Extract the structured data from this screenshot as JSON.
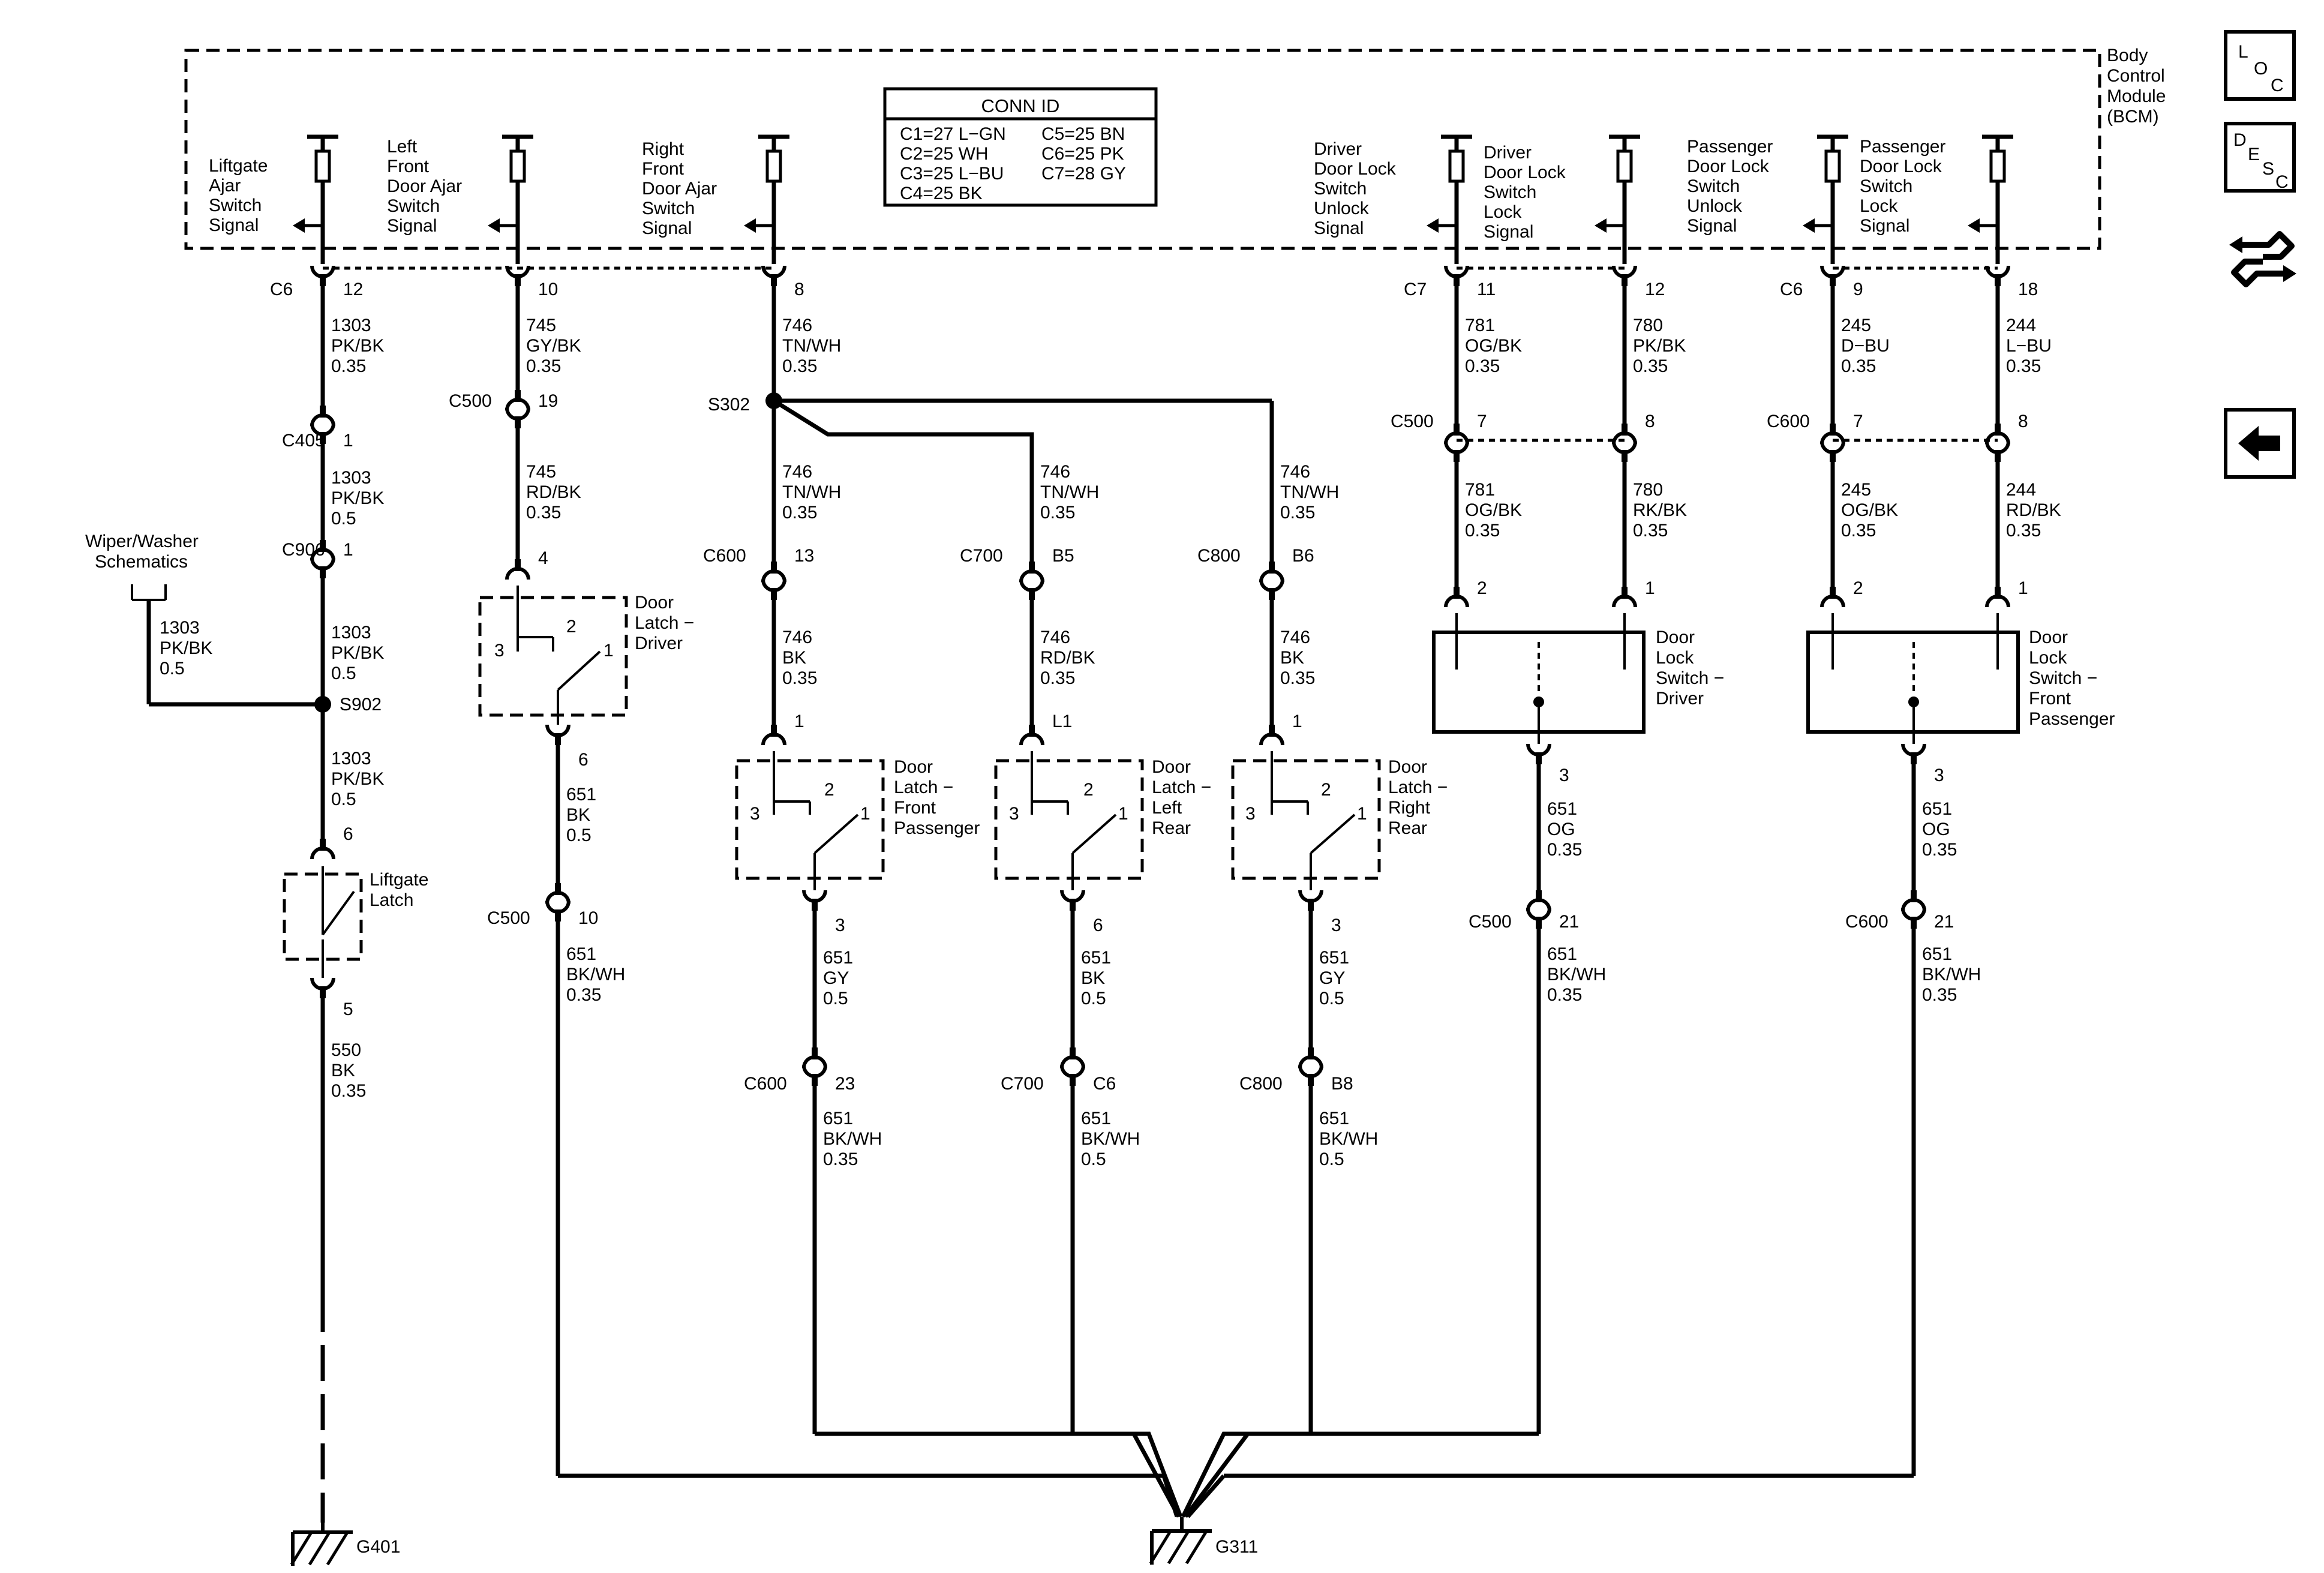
{
  "bcm": {
    "line1": "Body",
    "line2": "Control",
    "line3": "Module",
    "line4": "(BCM)"
  },
  "conn_id": {
    "title": "CONN ID",
    "c1": "C1=27 L−GN",
    "c2": "C2=25 WH",
    "c3": "C3=25 L−BU",
    "c4": "C4=25 BK",
    "c5": "C5=25 BN",
    "c6": "C6=25 PK",
    "c7": "C7=28 GY"
  },
  "signals": {
    "liftgate": [
      "Liftgate",
      "Ajar",
      "Switch",
      "Signal"
    ],
    "lf_door": [
      "Left",
      "Front",
      "Door Ajar",
      "Switch",
      "Signal"
    ],
    "rf_door": [
      "Right",
      "Front",
      "Door Ajar",
      "Switch",
      "Signal"
    ],
    "drv_unlock": [
      "Driver",
      "Door Lock",
      "Switch",
      "Unlock",
      "Signal"
    ],
    "drv_lock": [
      "Driver",
      "Door Lock",
      "Switch",
      "Lock",
      "Signal"
    ],
    "pass_unlock": [
      "Passenger",
      "Door Lock",
      "Switch",
      "Unlock",
      "Signal"
    ],
    "pass_lock": [
      "Passenger",
      "Door Lock",
      "Switch",
      "Lock",
      "Signal"
    ]
  },
  "wires": {
    "w1303a": [
      "1303",
      "PK/BK",
      "0.35"
    ],
    "w1303b": [
      "1303",
      "PK/BK",
      "0.5"
    ],
    "w1303c": [
      "1303",
      "PK/BK",
      "0.5"
    ],
    "w1303d": [
      "1303",
      "PK/BK",
      "0.5"
    ],
    "w1303e": [
      "1303",
      "PK/BK",
      "0.5"
    ],
    "w550": [
      "550",
      "BK",
      "0.35"
    ],
    "w745a": [
      "745",
      "GY/BK",
      "0.35"
    ],
    "w745b": [
      "745",
      "RD/BK",
      "0.35"
    ],
    "w651a": [
      "651",
      "BK",
      "0.5"
    ],
    "w651b": [
      "651",
      "BK/WH",
      "0.35"
    ],
    "w746a": [
      "746",
      "TN/WH",
      "0.35"
    ],
    "w746b": [
      "746",
      "TN/WH",
      "0.35"
    ],
    "w746c": [
      "746",
      "BK",
      "0.35"
    ],
    "w746d": [
      "746",
      "TN/WH",
      "0.35"
    ],
    "w746e": [
      "746",
      "RD/BK",
      "0.35"
    ],
    "w746f": [
      "746",
      "TN/WH",
      "0.35"
    ],
    "w746g": [
      "746",
      "BK",
      "0.35"
    ],
    "w651c": [
      "651",
      "GY",
      "0.5"
    ],
    "w651d": [
      "651",
      "BK/WH",
      "0.35"
    ],
    "w651e": [
      "651",
      "BK",
      "0.5"
    ],
    "w651f": [
      "651",
      "BK/WH",
      "0.5"
    ],
    "w651g": [
      "651",
      "GY",
      "0.5"
    ],
    "w651h": [
      "651",
      "BK/WH",
      "0.5"
    ],
    "w781a": [
      "781",
      "OG/BK",
      "0.35"
    ],
    "w780a": [
      "780",
      "PK/BK",
      "0.35"
    ],
    "w781b": [
      "781",
      "OG/BK",
      "0.35"
    ],
    "w780b": [
      "780",
      "RK/BK",
      "0.35"
    ],
    "w651i": [
      "651",
      "OG",
      "0.35"
    ],
    "w651j": [
      "651",
      "BK/WH",
      "0.35"
    ],
    "w245a": [
      "245",
      "D−BU",
      "0.35"
    ],
    "w244a": [
      "244",
      "L−BU",
      "0.35"
    ],
    "w245b": [
      "245",
      "OG/BK",
      "0.35"
    ],
    "w244b": [
      "244",
      "RD/BK",
      "0.35"
    ],
    "w651k": [
      "651",
      "OG",
      "0.35"
    ],
    "w651l": [
      "651",
      "BK/WH",
      "0.35"
    ]
  },
  "connectors": {
    "c6a": "C6",
    "c7": "C7",
    "c6b": "C6",
    "c405": "C405",
    "c906": "C906",
    "c500a": "C500",
    "c500b": "C500",
    "c500c": "C500",
    "c500d": "C500",
    "c600a": "C600",
    "c600b": "C600",
    "c600c": "C600",
    "c600d": "C600",
    "c700a": "C700",
    "c700b": "C700",
    "c800a": "C800",
    "c800b": "C800"
  },
  "pins": {
    "p12a": "12",
    "p10a": "10",
    "p8": "8",
    "p11": "11",
    "p12b": "12",
    "p9": "9",
    "p18": "18",
    "p1a": "1",
    "p1b": "1",
    "p6a": "6",
    "p5": "5",
    "p19": "19",
    "p4": "4",
    "p6b": "6",
    "p10b": "10",
    "p13": "13",
    "pB5": "B5",
    "pB6": "B6",
    "p1c": "1",
    "pL1": "L1",
    "p1d": "1",
    "p3a": "3",
    "p6c": "6",
    "p3b": "3",
    "p23": "23",
    "pC6": "C6",
    "pB8": "B8",
    "p7a": "7",
    "p8b": "8",
    "p2a": "2",
    "p1e": "1",
    "p3c": "3",
    "p21a": "21",
    "p7b": "7",
    "p8c": "8",
    "p2b": "2",
    "p1f": "1",
    "p3d": "3",
    "p21b": "21",
    "sw2a": "2",
    "sw3a": "3",
    "sw1a": "1",
    "sw2b": "2",
    "sw3b": "3",
    "sw1b": "1",
    "sw2c": "2",
    "sw3c": "3",
    "sw1c": "1",
    "sw2d": "2",
    "sw3d": "3",
    "sw1d": "1"
  },
  "splices": {
    "s902": "S902",
    "s302": "S302"
  },
  "grounds": {
    "g401": "G401",
    "g311": "G311"
  },
  "components": {
    "wiper": [
      "Wiper/Washer",
      "Schematics"
    ],
    "liftgate_latch": [
      "Liftgate",
      "Latch"
    ],
    "latch_driver": [
      "Door",
      "Latch −",
      "Driver"
    ],
    "latch_fp": [
      "Door",
      "Latch −",
      "Front",
      "Passenger"
    ],
    "latch_lr": [
      "Door",
      "Latch −",
      "Left",
      "Rear"
    ],
    "latch_rr": [
      "Door",
      "Latch −",
      "Right",
      "Rear"
    ],
    "lock_drv": [
      "Door",
      "Lock",
      "Switch −",
      "Driver"
    ],
    "lock_fp": [
      "Door",
      "Lock",
      "Switch −",
      "Front",
      "Passenger"
    ]
  },
  "nav": {
    "loc": [
      "L",
      "O",
      "C"
    ],
    "desc": [
      "D",
      "E",
      "S",
      "C"
    ]
  },
  "icons": {
    "flow": "wiring-flow-icon",
    "back": "back-arrow-icon"
  }
}
